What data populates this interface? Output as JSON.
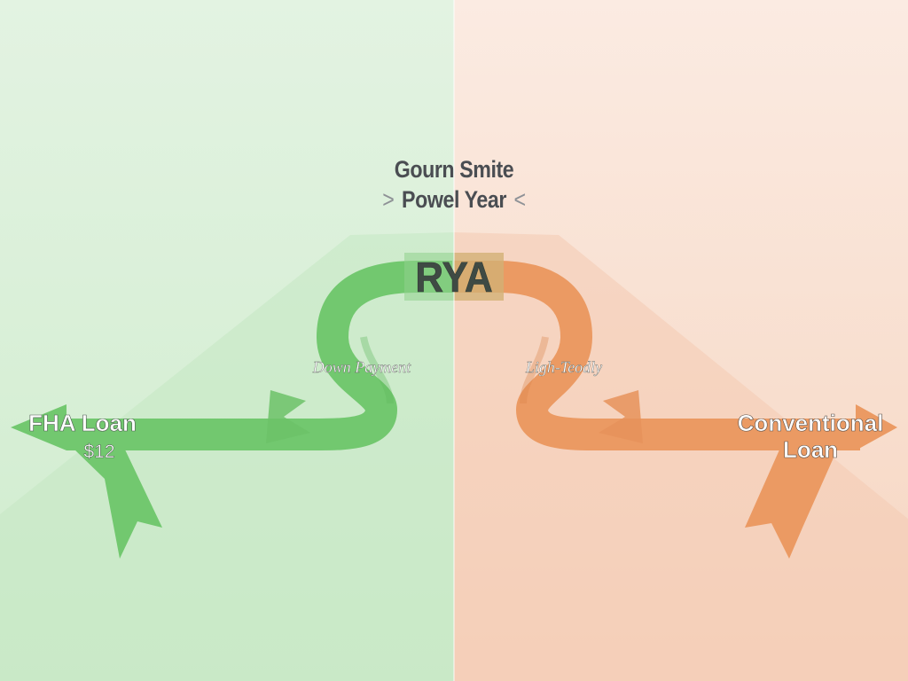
{
  "title": {
    "line1": "Gourn Smite",
    "line2": "Powel Year",
    "left_chevron": ">",
    "right_chevron": "<"
  },
  "center_label": "RYA",
  "left_branch": {
    "title": "FHA Loan",
    "value": "$12",
    "curve_label": "Down Payment"
  },
  "right_branch": {
    "title_line1": "Conventional",
    "title_line2": "Loan",
    "curve_label": "Ligh-Teodly"
  },
  "colors": {
    "left_bg": "#daf0da",
    "right_bg": "#f8e2d6",
    "left_arrow": "#72c86f",
    "right_arrow": "#eb9a63",
    "text_dark": "#4a4d52"
  }
}
